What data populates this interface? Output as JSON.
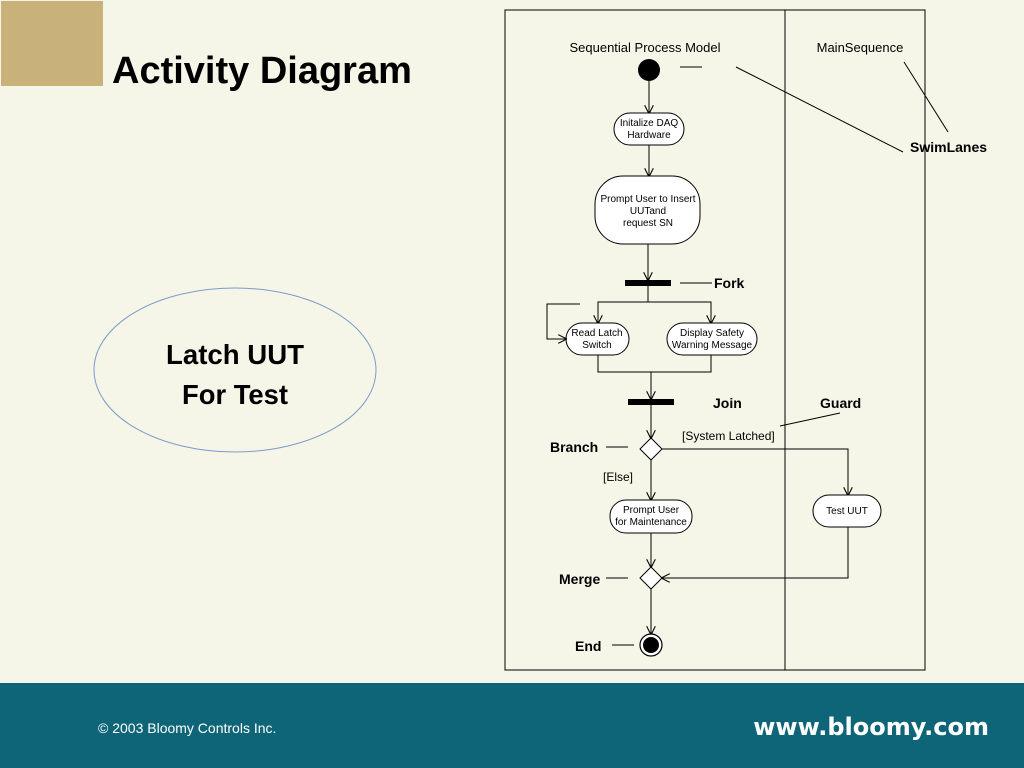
{
  "title": "Activity Diagram",
  "note": {
    "line1": "Latch UUT",
    "line2": "For Test"
  },
  "lanes": {
    "left": "Sequential Process Model",
    "right": "MainSequence"
  },
  "nodes": {
    "init_line1": "Initalize DAQ",
    "init_line2": "Hardware",
    "prompt_line1": "Prompt User to Insert",
    "prompt_line2": "UUTand",
    "prompt_line3": "request SN",
    "latch_line1": "Read Latch",
    "latch_line2": "Switch",
    "safety_line1": "Display Safety",
    "safety_line2": "Warning Message",
    "maint_line1": "Prompt User",
    "maint_line2": "for Maintenance",
    "test": "Test UUT"
  },
  "guards": {
    "system_latched": "[System Latched]",
    "else": "[Else]"
  },
  "labels": {
    "swimlanes": "SwimLanes",
    "fork": "Fork",
    "join": "Join",
    "guard": "Guard",
    "branch": "Branch",
    "merge": "Merge",
    "end": "End"
  },
  "footer": {
    "copyright": "© 2003 Bloomy Controls Inc.",
    "website": "www.bloomy.com"
  },
  "colors": {
    "background": "#f6f6e8",
    "footer": "#0e6577",
    "accent": "#c8b27a",
    "note_border": "#7b9bc8"
  }
}
